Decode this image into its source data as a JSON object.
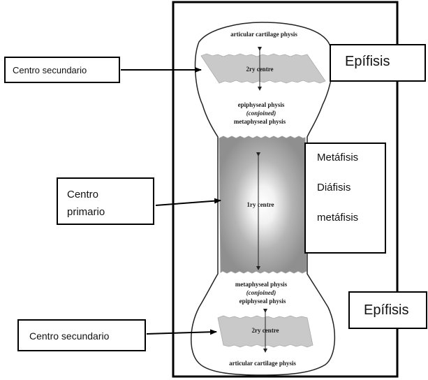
{
  "bone": {
    "top_articular": "articular cartilage physis",
    "top_center": "2ry centre",
    "upper_epiphyseal": "epiphyseal physis",
    "upper_conjoined": "(conjoined)",
    "upper_metaphyseal": "metaphyseal physis",
    "primary_center": "1ry centre",
    "lower_metaphyseal": "metaphyseal physis",
    "lower_conjoined": "(conjoined)",
    "lower_epiphyseal": "epiphyseal physis",
    "bottom_center": "2ry centre",
    "bottom_articular": "articular cartilage physis"
  },
  "callouts": {
    "secondary_top": "Centro secundario",
    "primary_line1": "Centro",
    "primary_line2": "primario",
    "secondary_bottom": "Centro secundario",
    "epiphysis_top": "Epífisis",
    "shaft_metaphysis": "Metáfisis",
    "shaft_diaphysis": "Diáfisis",
    "shaft_metaphysis_lower": "metáfisis",
    "epiphysis_bottom": "Epífisis"
  }
}
